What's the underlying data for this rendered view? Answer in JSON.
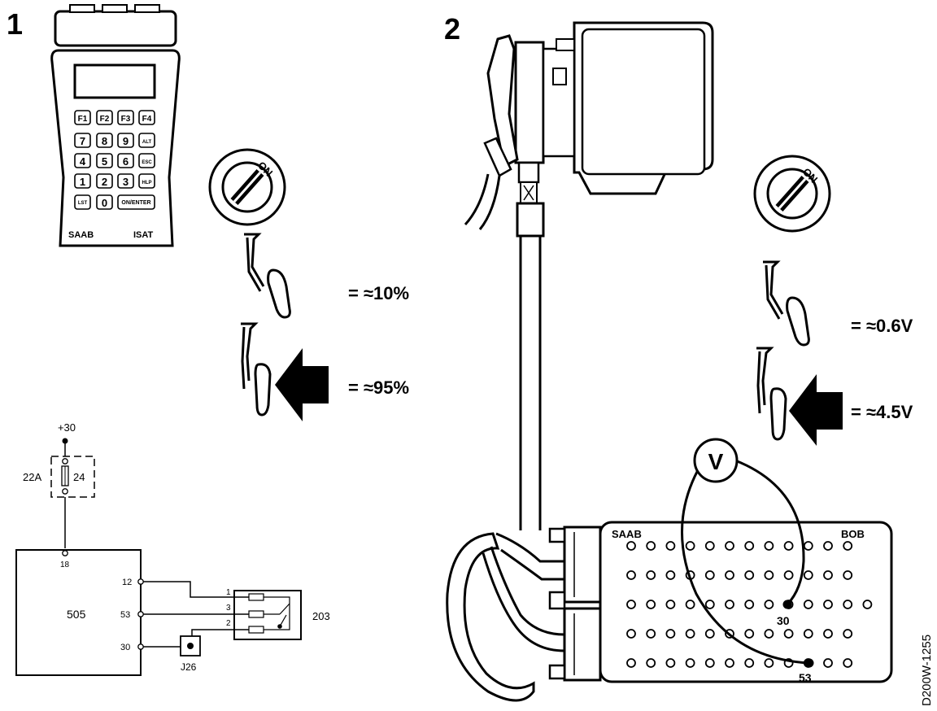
{
  "panels": {
    "p1_number": "1",
    "p2_number": "2"
  },
  "tester": {
    "keys": [
      "F1",
      "F2",
      "F3",
      "F4",
      "7",
      "8",
      "9",
      "ALT",
      "4",
      "5",
      "6",
      "ESC",
      "1",
      "2",
      "3",
      "HLP",
      "LST",
      "0",
      "ON/ENTER"
    ],
    "brand": "SAAB",
    "model": "ISAT"
  },
  "ignition": {
    "on_label": "ON"
  },
  "p1_readings": {
    "released": "= ≈10%",
    "pressed": "= ≈95%"
  },
  "p2_readings": {
    "released": "= ≈0.6V",
    "pressed": "= ≈4.5V"
  },
  "wiring": {
    "supply": "+30",
    "fuse_id": "22A",
    "fuse_rating": "24",
    "ecu": "505",
    "ecu_pin_supply": "18",
    "ecu_pin_12": "12",
    "ecu_pin_53": "53",
    "ecu_pin_30": "30",
    "sensor": "203",
    "sensor_pin_1": "1",
    "sensor_pin_3": "3",
    "sensor_pin_2": "2",
    "ground": "J26"
  },
  "breakout_box": {
    "brand": "SAAB",
    "name": "BOB",
    "probe_a": "30",
    "probe_b": "53",
    "meter": "V"
  },
  "figure_id": "D200W-1255"
}
